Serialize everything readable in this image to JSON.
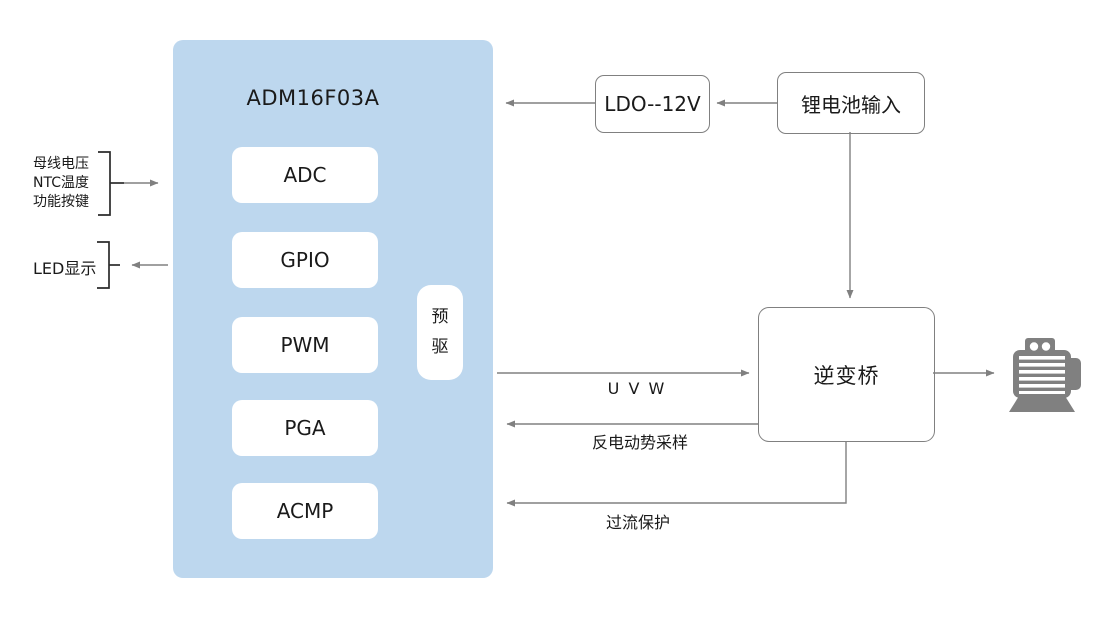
{
  "mcu": {
    "title": "ADM16F03A",
    "modules": [
      "ADC",
      "GPIO",
      "PWM",
      "PGA",
      "ACMP"
    ],
    "predriver_label": "预驱"
  },
  "left_side": {
    "input_lines": [
      "母线电压",
      "NTC温度",
      "功能按键"
    ],
    "led_label": "LED显示"
  },
  "power": {
    "ldo_label": "LDO--12V",
    "battery_label": "锂电池输入"
  },
  "inverter_label": "逆变桥",
  "flow_labels": {
    "uvw": "U V W",
    "back_emf": "反电动势采样",
    "overcurrent": "过流保护"
  },
  "icons": {
    "motor": "motor-icon"
  },
  "colors": {
    "mcu_fill": "#BDD7EE",
    "module_fill": "#FFFFFF",
    "box_border": "#808080",
    "connector_line": "#808080",
    "bracket_line": "#2B2B2B",
    "motor_gray": "#808080",
    "text": "#1A1A1A"
  }
}
